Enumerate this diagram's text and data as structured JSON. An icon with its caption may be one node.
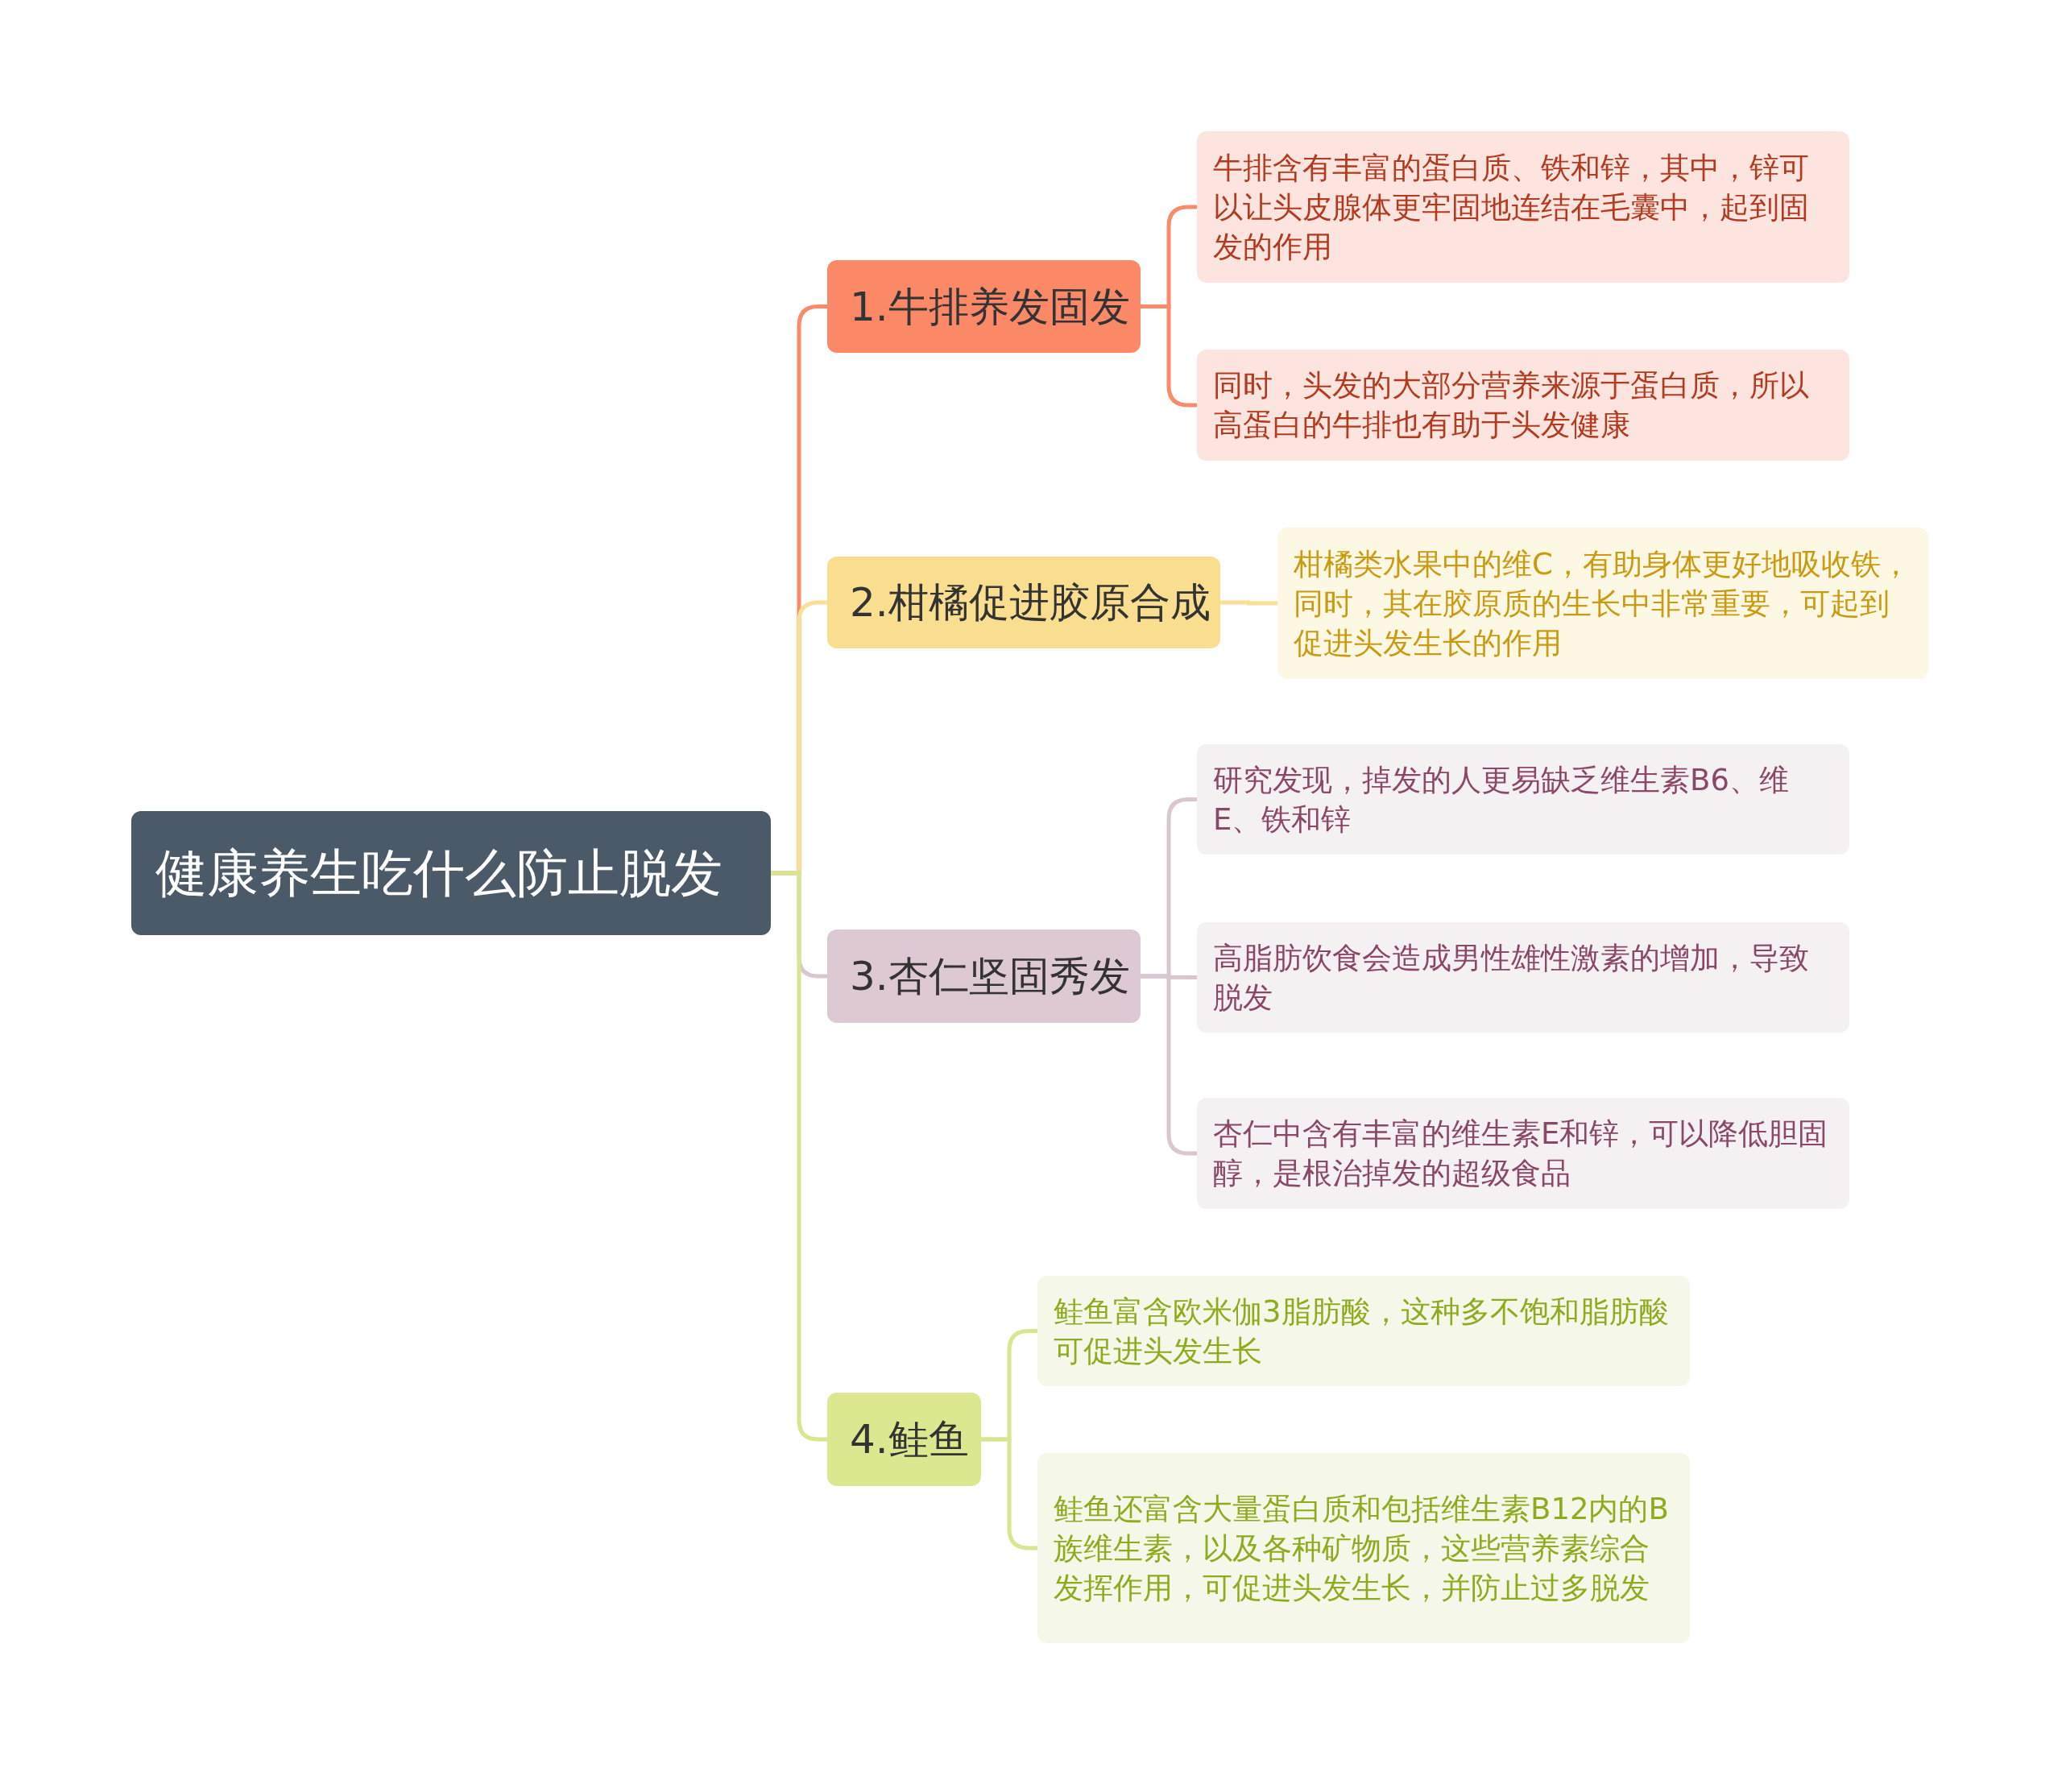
{
  "diagram": {
    "nodes": [
      {
        "text": [
          "健康养生吃什么防止脱发"
        ]
      },
      {
        "text": [
          "1.牛排养发固发"
        ]
      },
      {
        "text": [
          "牛排含有丰富的蛋白质、铁和锌，其中，锌可以让头皮腺体更牢固地连结在毛囊中，起到固发的作用"
        ]
      },
      {
        "text": [
          "同时，头发的大部分营养来源于蛋白质，所以高蛋白的牛排也有助于头发健康"
        ]
      },
      {
        "text": [
          "2.柑橘促进胶原合成"
        ]
      },
      {
        "text": [
          "柑橘类水果中的维C，有助身体更好地吸收铁，同时，其在胶原质的生长中非常重要，可起到促进头发生长的作用"
        ]
      },
      {
        "text": [
          "3.杏仁坚固秀发"
        ]
      },
      {
        "text": [
          "研究发现，掉发的人更易缺乏维生素B6、维E、铁和锌"
        ]
      },
      {
        "text": [
          "高脂肪饮食会造成男性雄性激素的增加，导致脱发"
        ]
      },
      {
        "text": [
          "杏仁中含有丰富的维生素E和锌，可以降低胆固醇，是根治掉发的超级食品"
        ]
      },
      {
        "text": [
          "4.鲑鱼"
        ]
      },
      {
        "text": [
          "鲑鱼富含欧米伽3脂肪酸，这种多不饱和脂肪酸可促进头发生长"
        ]
      },
      {
        "text": [
          "鲑鱼还富含大量蛋白质和包括维生素B12内的B族维生素，以及各种矿物质，这些营养素综合发挥作用，可促进头发生长，并防止过多脱发"
        ]
      }
    ],
    "edges": [
      {
        "from": 0,
        "to": 1,
        "arrow": "none",
        "color": "#f98a6a"
      },
      {
        "from": 0,
        "to": 4,
        "arrow": "none",
        "color": "#f9e096"
      },
      {
        "from": 0,
        "to": 6,
        "arrow": "none",
        "color": "#d9c6d0"
      },
      {
        "from": 0,
        "to": 10,
        "arrow": "none",
        "color": "#d8e68f"
      },
      {
        "from": 1,
        "to": 2,
        "arrow": "none",
        "color": "#f98a6a"
      },
      {
        "from": 1,
        "to": 3,
        "arrow": "none",
        "color": "#f98a6a"
      },
      {
        "from": 4,
        "to": 5,
        "arrow": "none",
        "color": "#f9e096"
      },
      {
        "from": 6,
        "to": 7,
        "arrow": "none",
        "color": "#d9c6d0"
      },
      {
        "from": 6,
        "to": 8,
        "arrow": "none",
        "color": "#d9c6d0"
      },
      {
        "from": 6,
        "to": 9,
        "arrow": "none",
        "color": "#d9c6d0"
      },
      {
        "from": 10,
        "to": 11,
        "arrow": "none",
        "color": "#d8e68f"
      },
      {
        "from": 10,
        "to": 12,
        "arrow": "none",
        "color": "#d8e68f"
      }
    ]
  }
}
